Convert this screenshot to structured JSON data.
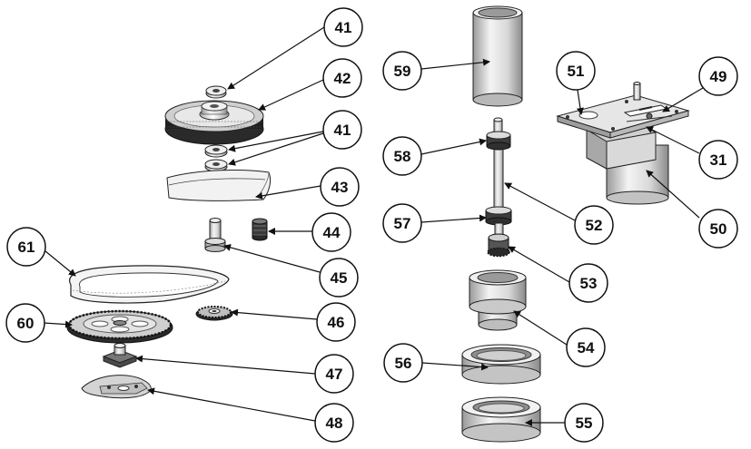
{
  "callouts": [
    {
      "id": "c41a",
      "label": "41"
    },
    {
      "id": "c42",
      "label": "42"
    },
    {
      "id": "c41b",
      "label": "41"
    },
    {
      "id": "c43",
      "label": "43"
    },
    {
      "id": "c44",
      "label": "44"
    },
    {
      "id": "c45",
      "label": "45"
    },
    {
      "id": "c61",
      "label": "61"
    },
    {
      "id": "c46",
      "label": "46"
    },
    {
      "id": "c60",
      "label": "60"
    },
    {
      "id": "c47",
      "label": "47"
    },
    {
      "id": "c48",
      "label": "48"
    },
    {
      "id": "c59",
      "label": "59"
    },
    {
      "id": "c58",
      "label": "58"
    },
    {
      "id": "c57",
      "label": "57"
    },
    {
      "id": "c52",
      "label": "52"
    },
    {
      "id": "c53",
      "label": "53"
    },
    {
      "id": "c54",
      "label": "54"
    },
    {
      "id": "c56",
      "label": "56"
    },
    {
      "id": "c55",
      "label": "55"
    },
    {
      "id": "c51",
      "label": "51"
    },
    {
      "id": "c49",
      "label": "49"
    },
    {
      "id": "c31",
      "label": "31"
    },
    {
      "id": "c50",
      "label": "50"
    }
  ]
}
